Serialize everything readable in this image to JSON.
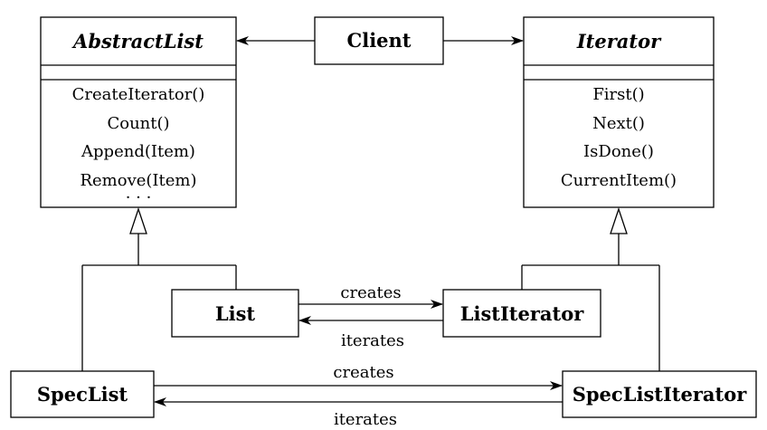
{
  "classes": {
    "abstract_list": {
      "name": "AbstractList",
      "operations": [
        "CreateIterator()",
        "Count()",
        "Append(Item)",
        "Remove(Item)",
        "· · ·"
      ]
    },
    "client": {
      "name": "Client"
    },
    "iterator": {
      "name": "Iterator",
      "operations": [
        "First()",
        "Next()",
        "IsDone()",
        "CurrentItem()"
      ]
    },
    "list": {
      "name": "List"
    },
    "list_iterator": {
      "name": "ListIterator"
    },
    "spec_list": {
      "name": "SpecList"
    },
    "spec_list_iterator": {
      "name": "SpecListIterator"
    }
  },
  "relations": {
    "list_creates": "creates",
    "list_iterates": "iterates",
    "spec_creates": "creates",
    "spec_iterates": "iterates"
  }
}
